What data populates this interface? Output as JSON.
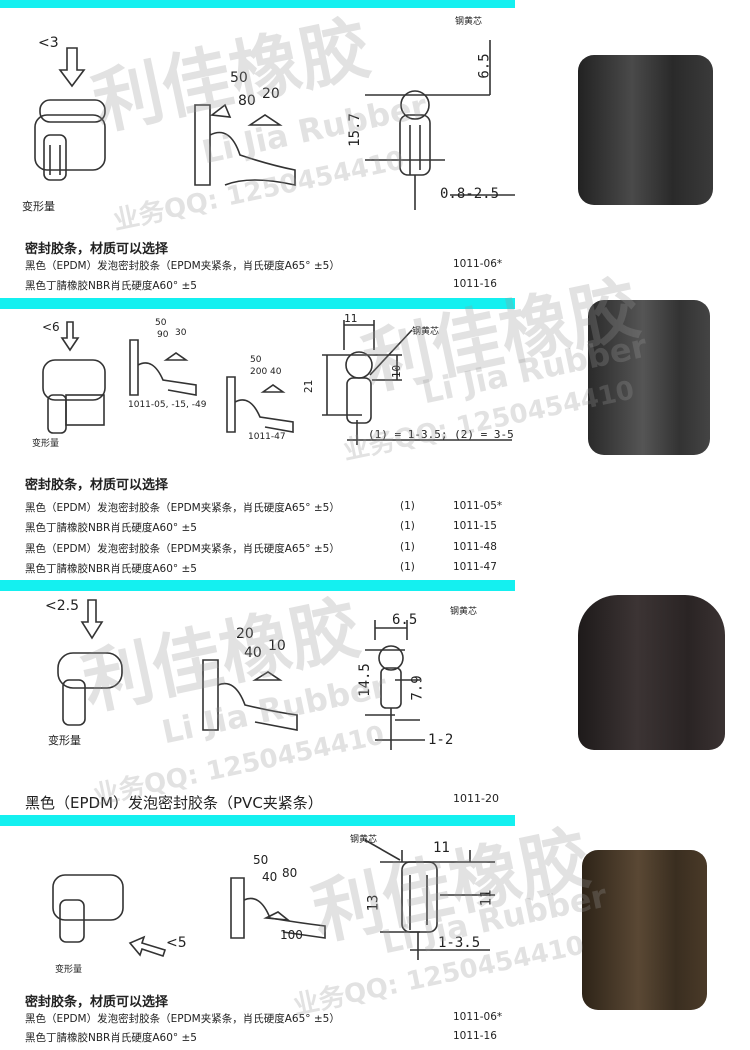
{
  "watermark": {
    "brand_cn": "利佳橡胶",
    "brand_en": "Li Jia Rubber",
    "contact": "业务QQ: 1250454410"
  },
  "colors": {
    "accent_bar": "#14f0f0"
  },
  "sections": [
    {
      "deform_value": "<3",
      "deform_label": "变形量",
      "angles": [
        "50",
        "80",
        "20"
      ],
      "spring_label": "钢黄芯",
      "dims": [
        "6.5",
        "15.7",
        "0.8-2.5"
      ],
      "title": "密封胶条，材质可以选择",
      "rows": [
        {
          "desc": "黑色（EPDM）发泡密封胶条（EPDM夹紧条，肖氏硬度A65° ±5）",
          "code": "1011-06*"
        },
        {
          "desc": "黑色丁腈橡胶NBR肖氏硬度A60° ±5",
          "code": "1011-16"
        }
      ]
    },
    {
      "deform_value": "<6",
      "deform_label": "变形量",
      "angles": [
        "50",
        "90",
        "30"
      ],
      "angles_b": [
        "50",
        "200",
        "40"
      ],
      "caption_a": "1011-05, -15, -49",
      "caption_b": "1011-47",
      "spring_label": "钢黄芯",
      "dims": [
        "11",
        "21",
        "10",
        "(1) = 1-3.5; (2) = 3-5"
      ],
      "title": "密封胶条，材质可以选择",
      "rows": [
        {
          "desc": "黑色（EPDM）发泡密封胶条（EPDM夹紧条，肖氏硬度A65° ±5）",
          "note": "(1)",
          "code": "1011-05*"
        },
        {
          "desc": "黑色丁腈橡胶NBR肖氏硬度A60° ±5",
          "note": "(1)",
          "code": "1011-15"
        },
        {
          "desc": "黑色（EPDM）发泡密封胶条（EPDM夹紧条，肖氏硬度A65° ±5）",
          "note": "(1)",
          "code": "1011-48"
        },
        {
          "desc": "黑色丁腈橡胶NBR肖氏硬度A60° ±5",
          "note": "(1)",
          "code": "1011-47"
        }
      ]
    },
    {
      "deform_value": "<2.5",
      "deform_label": "变形量",
      "angles": [
        "20",
        "40",
        "10"
      ],
      "spring_label": "钢黄芯",
      "dims": [
        "6.5",
        "14.5",
        "7.9",
        "1-2"
      ],
      "title": "黑色（EPDM）发泡密封胶条（PVC夹紧条）",
      "code": "1011-20"
    },
    {
      "deform_value": "<5",
      "deform_label": "变形量",
      "angles": [
        "50",
        "40",
        "80",
        "100"
      ],
      "spring_label": "钢黄芯",
      "dims": [
        "11",
        "13",
        "11",
        "1-3.5"
      ],
      "title": "密封胶条，材质可以选择",
      "rows": [
        {
          "desc": "黑色（EPDM）发泡密封胶条（EPDM夹紧条，肖氏硬度A65° ±5）",
          "code": "1011-06*"
        },
        {
          "desc": "黑色丁腈橡胶NBR肖氏硬度A60° ±5",
          "code": "1011-16"
        }
      ]
    }
  ]
}
